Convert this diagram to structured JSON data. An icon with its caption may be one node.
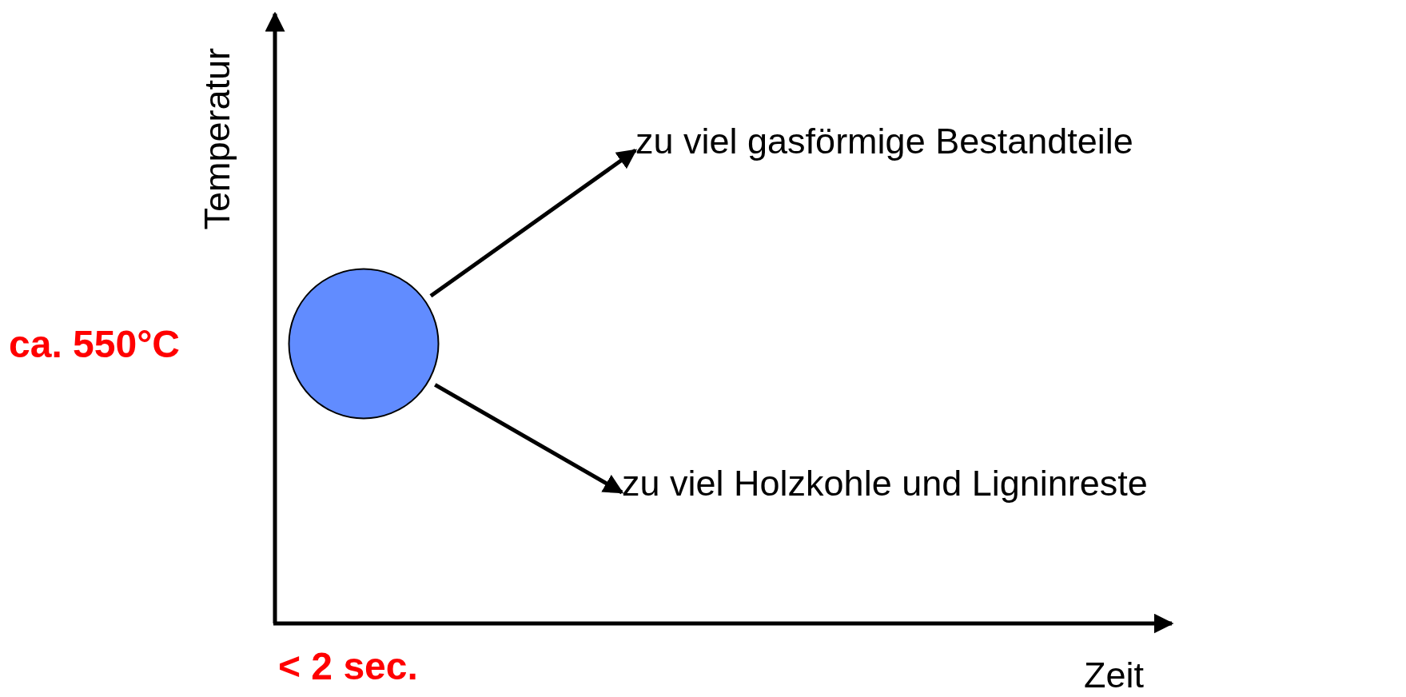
{
  "diagram": {
    "nodes": [
      {
        "text": [],
        "shape": "circle"
      },
      {
        "text": [
          "zu viel gasförmige Bestandteile"
        ]
      },
      {
        "text": [
          "zu viel Holzkohle und Ligninreste"
        ]
      }
    ],
    "edges": [
      {
        "from": 0,
        "to": 1,
        "arrow": "to"
      },
      {
        "from": 0,
        "to": 2,
        "arrow": "to"
      }
    ],
    "labels": [
      "Temperatur",
      "ca. 550°C",
      "< 2 sec.",
      "Zeit"
    ]
  }
}
